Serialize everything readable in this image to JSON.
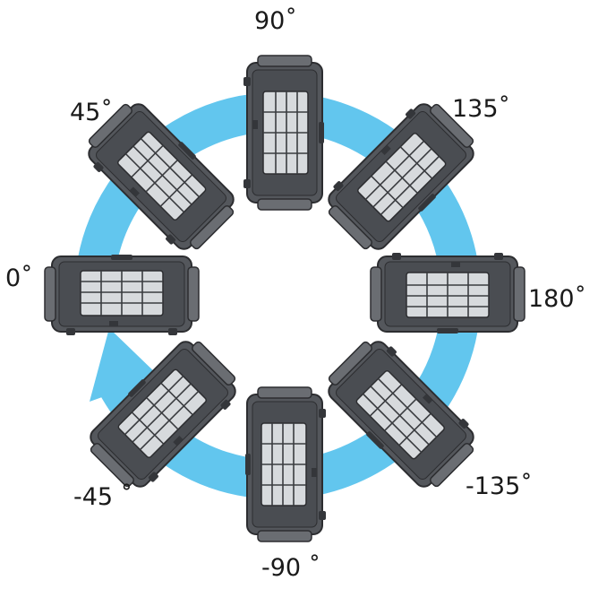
{
  "diagram": {
    "ring_color": "#62c6ee",
    "device_colors": {
      "body": "#54575c",
      "dark": "#34363a",
      "light": "#b8bcc1",
      "vent": "#d7dadd"
    },
    "orientations": [
      {
        "angle": 0,
        "label": "0˚"
      },
      {
        "angle": 45,
        "label": "45˚"
      },
      {
        "angle": 90,
        "label": "90˚"
      },
      {
        "angle": 135,
        "label": "135˚"
      },
      {
        "angle": 180,
        "label": "180˚"
      },
      {
        "angle": -135,
        "label": "-135˚"
      },
      {
        "angle": -90,
        "label": "-90 ˚"
      },
      {
        "angle": -45,
        "label": "-45 ˚"
      }
    ]
  }
}
